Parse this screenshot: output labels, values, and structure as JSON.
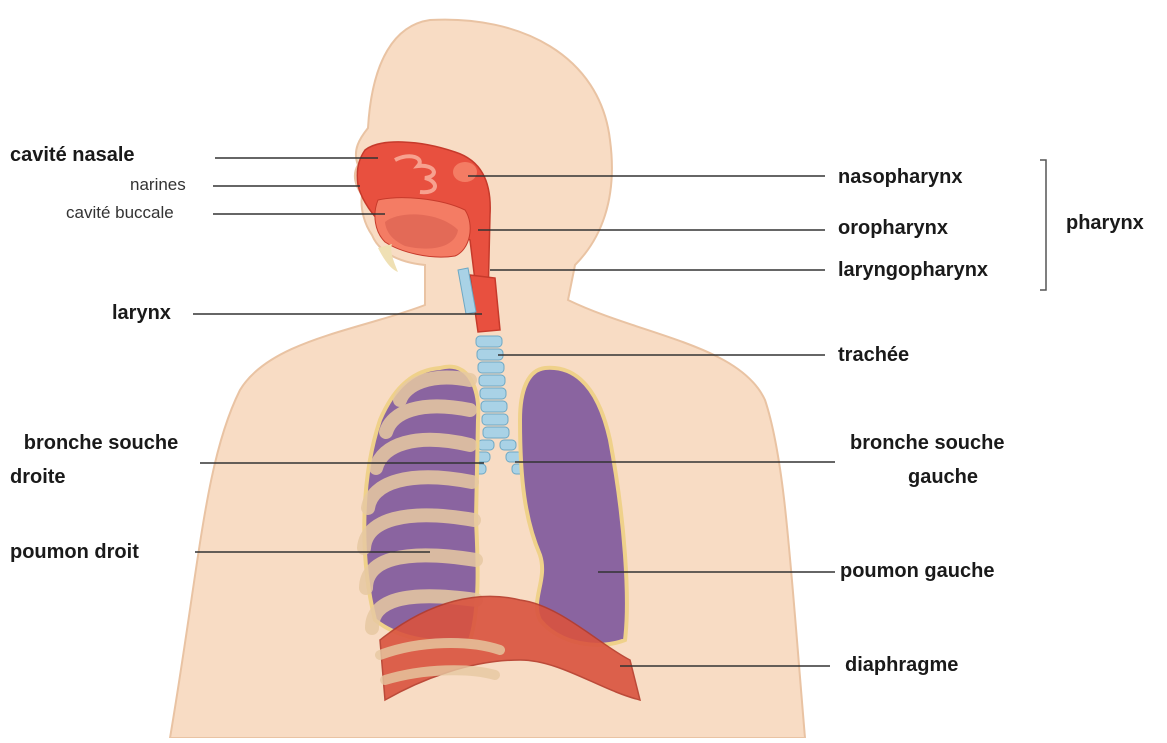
{
  "diagram": {
    "labels": {
      "cavite_nasale": "cavité nasale",
      "narines": "narines",
      "cavite_buccale": "cavité buccale",
      "larynx": "larynx",
      "bronche_souche_droite_l1": "bronche souche",
      "bronche_souche_droite_l2": "droite",
      "poumon_droit": "poumon droit",
      "nasopharynx": "nasopharynx",
      "oropharynx": "oropharynx",
      "laryngopharynx": "laryngopharynx",
      "pharynx": "pharynx",
      "trachee": "trachée",
      "bronche_souche_gauche_l1": "bronche souche",
      "bronche_souche_gauche_l2": "gauche",
      "poumon_gauche": "poumon gauche",
      "diaphragme": "diaphragme"
    },
    "colors": {
      "skin": "#f8dcc4",
      "skin_outline": "#e9c3a3",
      "airway_red": "#e8503f",
      "airway_light": "#f47c64",
      "lung_purple": "#8a64a0",
      "lung_outline": "#efd18a",
      "trachea_blue": "#a9d2e6",
      "rib": "#e7c9a2",
      "diaphragm": "#d9533f",
      "leader_line": "#333333"
    }
  }
}
